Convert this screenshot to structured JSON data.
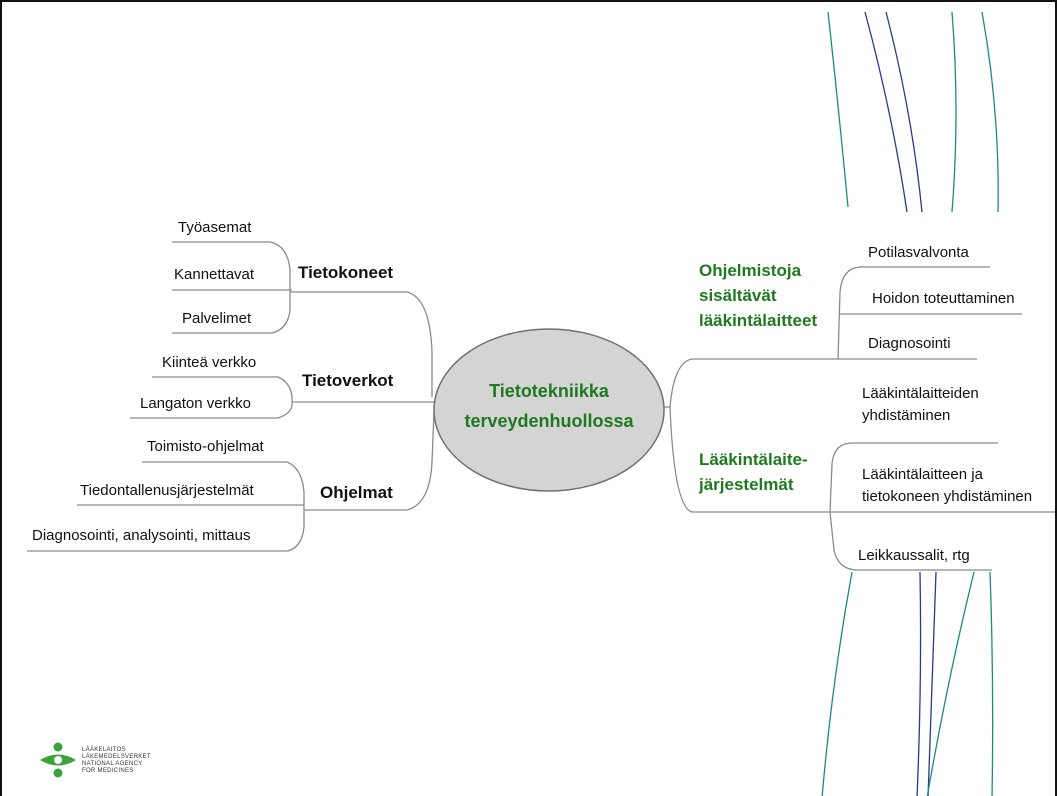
{
  "center": {
    "line1": "Tietotekniikka",
    "line2": "terveydenhuollossa"
  },
  "left_branches": {
    "tietokoneet": {
      "label": "Tietokoneet",
      "items": [
        "Työasemat",
        "Kannettavat",
        "Palvelimet"
      ]
    },
    "tietoverkot": {
      "label": "Tietoverkot",
      "items": [
        "Kiinteä verkko",
        "Langaton verkko"
      ]
    },
    "ohjelmat": {
      "label": "Ohjelmat",
      "items": [
        "Toimisto-ohjelmat",
        "Tiedontallenusjärjestelmät",
        "Diagnosointi, analysointi, mittaus"
      ]
    }
  },
  "right_branches": {
    "ohjelmistoja": {
      "lines": [
        "Ohjelmistoja",
        "sisältävät",
        "lääkintälaitteet"
      ],
      "items": [
        "Potilasvalvonta",
        "Hoidon toteuttaminen",
        "Diagnosointi"
      ]
    },
    "laakintalaite": {
      "lines": [
        "Lääkintälaite-",
        "järjestelmät"
      ],
      "items": [
        [
          "Lääkintälaitteiden",
          "yhdistäminen"
        ],
        [
          "Lääkintälaitteen ja",
          "tietokoneen yhdistäminen"
        ],
        [
          "Leikkaussalit, rtg"
        ]
      ]
    }
  },
  "logo": {
    "lines": [
      "LÄÄKELAITOS",
      "LÄKEMEDELSVERKET",
      "NATIONAL AGENCY",
      "FOR MEDICINES"
    ]
  },
  "colors": {
    "accent_green": "#1f7a1f",
    "ellipse_fill": "#d4d4d4",
    "line_gray": "#8a8a8a",
    "decor_navy": "#2a3a8c",
    "decor_teal": "#1f8a7a"
  }
}
